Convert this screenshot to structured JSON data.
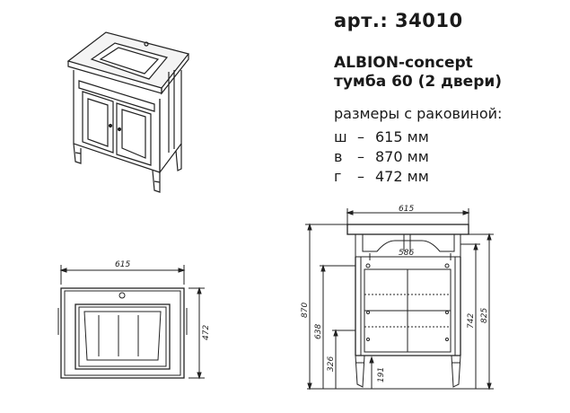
{
  "article": "арт.: 34010",
  "model": "ALBION-concept",
  "subtitle": "тумба 60  (2 двери)",
  "dims_header": "размеры с раковиной:",
  "dims": [
    {
      "key": "ш",
      "value": "615 мм"
    },
    {
      "key": "в",
      "value": "870 мм"
    },
    {
      "key": "г",
      "value": "472 мм"
    }
  ],
  "drawing_labels": {
    "top_width": "615",
    "top_depth": "472",
    "front_width": "615",
    "inner_width": "586",
    "h_870": "870",
    "h_638": "638",
    "h_326": "326",
    "h_191": "191",
    "h_742": "742",
    "h_825": "825"
  }
}
